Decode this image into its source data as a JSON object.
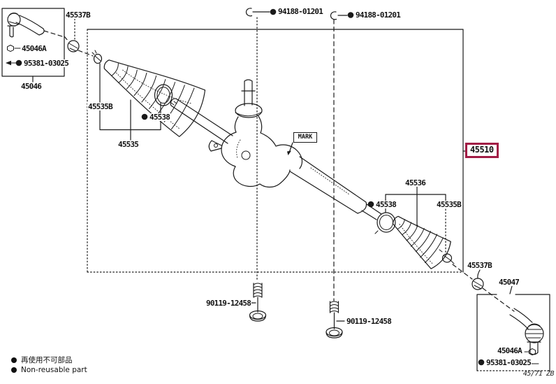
{
  "colors": {
    "background": "#ffffff",
    "line": "#1a1a1a",
    "highlight_box": "#a11c45"
  },
  "page_code": "45/71 ZB",
  "legend": {
    "jp": "再使用不可部品",
    "en": "Non-reusable part",
    "symbol": "●"
  },
  "icons": {
    "non_reusable_dot": "●",
    "nut": "hex-nut",
    "hose_clip": "open-ring",
    "screw_arrow": "left-arrow"
  },
  "parts": {
    "tie_rod_assy_left": "45046",
    "tie_rod_end_sub_left": "45046A",
    "castle_nut_left": "95381-03025",
    "boot_clip_top": "45537B",
    "clip_left": "94188-01201",
    "clip_right": "94188-01201",
    "boot_clamp_left": "45535B",
    "boot_ring_left": "45538",
    "boot_left": "45535",
    "mark_note": "MARK",
    "steering_gear_assy": "45510",
    "boot_right": "45536",
    "boot_ring_right": "45538",
    "boot_clamp_right": "45535B",
    "boot_clip_bottom": "45537B",
    "tie_rod_assy_right": "45047",
    "tie_rod_end_sub_right": "45046A",
    "castle_nut_right": "95381-03025",
    "bolt_front": "90119-12458",
    "bolt_rear": "90119-12458"
  }
}
